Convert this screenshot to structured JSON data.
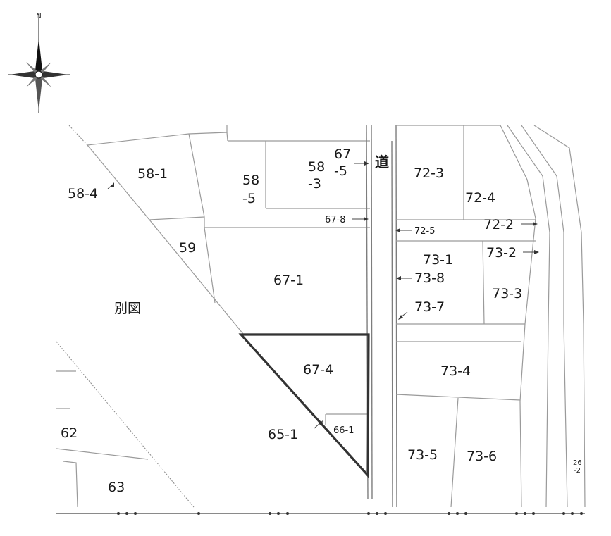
{
  "compass": {
    "icon": "compass-rose-icon",
    "north_mark": "N"
  },
  "parcels": {
    "p58_4": "58-4",
    "p58_1": "58-1",
    "p58_5_a": "58",
    "p58_5_b": "-5",
    "p58_3_a": "58",
    "p58_3_b": "-3",
    "p67_5_a": "67",
    "p67_5_b": "-5",
    "p67_8": "67-8",
    "p59": "59",
    "p67_1": "67-1",
    "betsuzu": "別図",
    "p67_4": "67-4",
    "p65_1": "65-1",
    "p66_1": "66-1",
    "p62": "62",
    "p63": "63",
    "p72_3": "72-3",
    "p72_4": "72-4",
    "p72_2": "72-2",
    "p72_5": "72-5",
    "p73_1": "73-1",
    "p73_2": "73-2",
    "p73_8": "73-8",
    "p73_3": "73-3",
    "p73_7": "73-7",
    "p73_4": "73-4",
    "p73_5": "73-5",
    "p73_6": "73-6",
    "p26_2_a": "26",
    "p26_2_b": "-2"
  },
  "road": {
    "label": "道"
  },
  "highlight": {
    "parcel": "67-4",
    "color": "#333333"
  }
}
